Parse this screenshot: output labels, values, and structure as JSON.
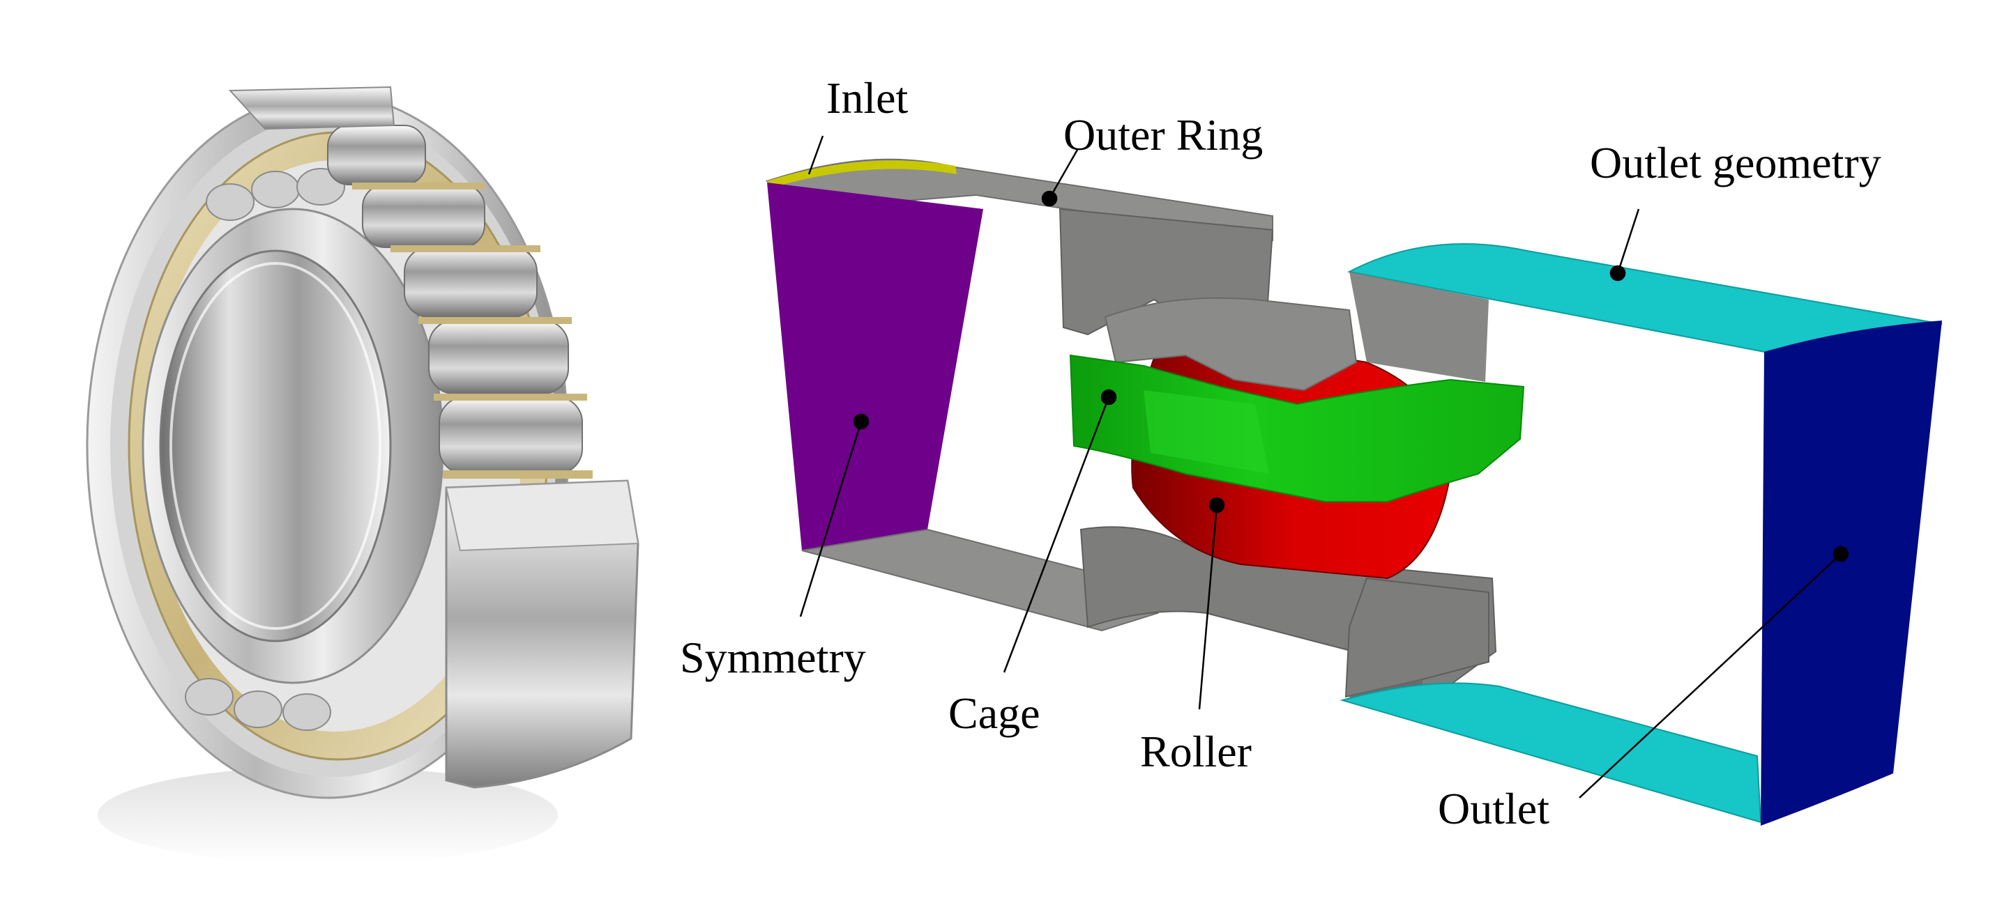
{
  "labels": {
    "inlet": "Inlet",
    "outer_ring": "Outer Ring",
    "outlet_geometry": "Outlet geometry",
    "symmetry": "Symmetry",
    "cage": "Cage",
    "roller": "Roller",
    "outlet": "Outlet"
  },
  "colors": {
    "symmetry_face": "#6E008A",
    "inlet_edge": "#C8C800",
    "outlet_face": "#000A82",
    "outlet_geometry": "#17C6C6",
    "outer_ring": "#8A8A88",
    "cage": "#12C212",
    "roller": "#D70000",
    "label_text": "#000000"
  }
}
